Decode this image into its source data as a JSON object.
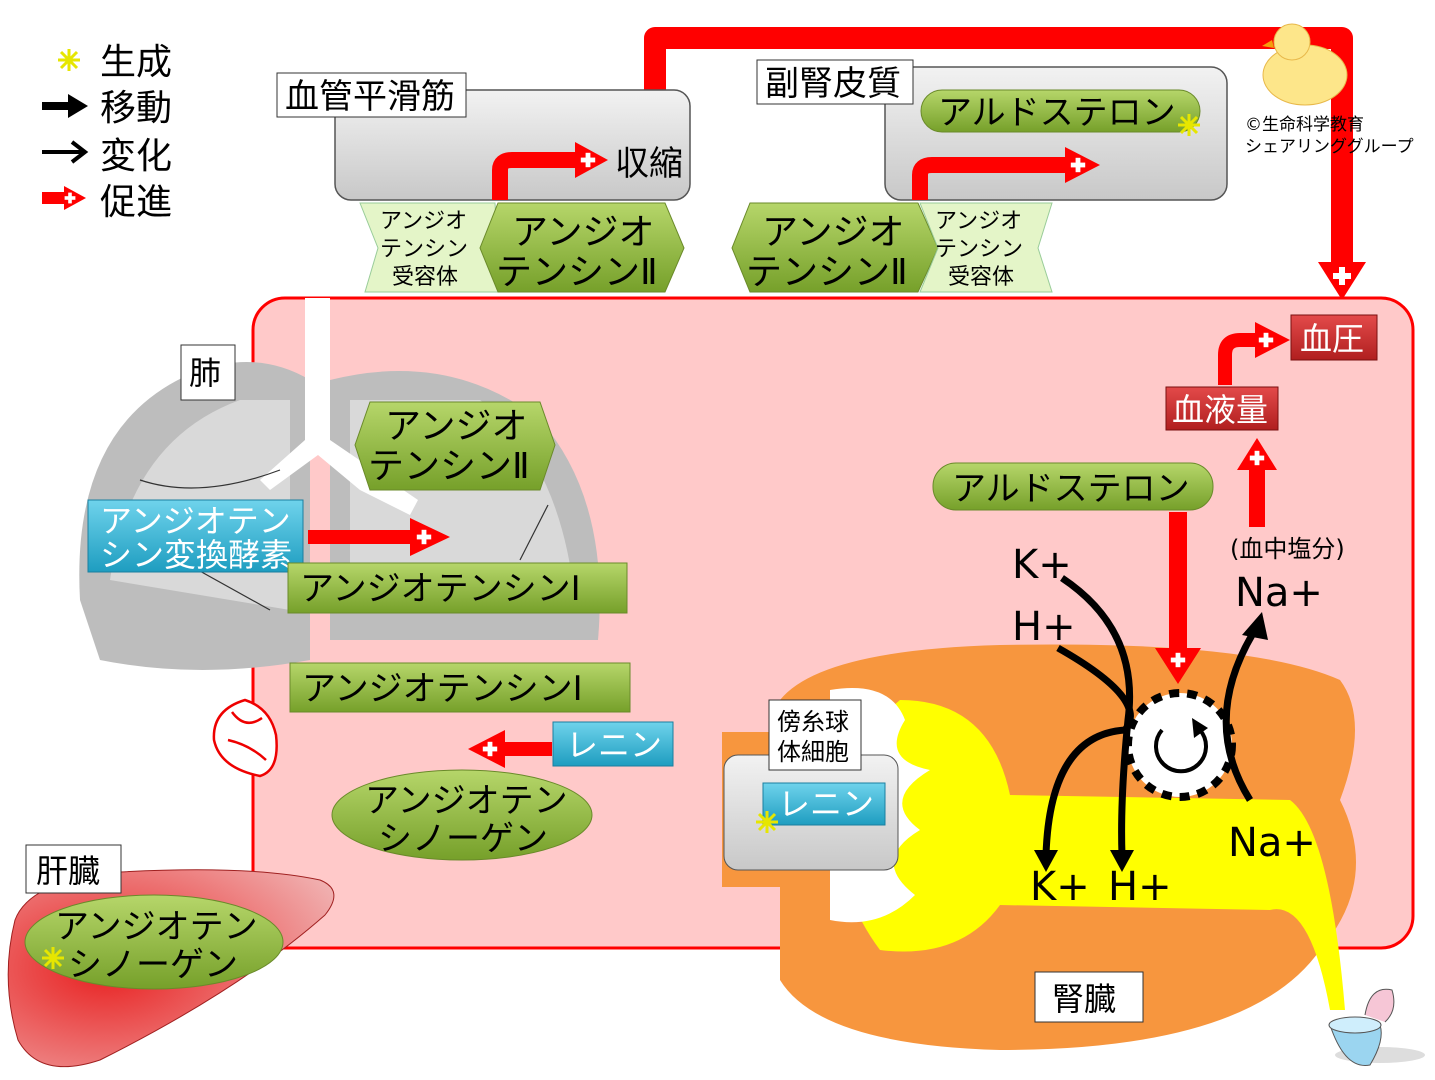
{
  "legend": {
    "items": [
      {
        "icon": "yellow-asterisk-icon",
        "label": "生成"
      },
      {
        "icon": "black-thick-arrow-icon",
        "label": "移動"
      },
      {
        "icon": "black-thin-arrow-icon",
        "label": "変化"
      },
      {
        "icon": "red-plus-arrow-icon",
        "label": "促進"
      }
    ]
  },
  "smooth_muscle": {
    "label": "血管平滑筋",
    "effect": "収縮",
    "receptor": [
      "アンジオ",
      "テンシン",
      "受容体"
    ],
    "ang2": [
      "アンジオ",
      "テンシンⅡ"
    ]
  },
  "adrenal": {
    "label": "副腎皮質",
    "hormone": "アルドステロン",
    "receptor": [
      "アンジオ",
      "テンシン",
      "受容体"
    ],
    "ang2": [
      "アンジオ",
      "テンシンⅡ"
    ]
  },
  "credit": [
    "©生命科学教育",
    "シェアリンググループ"
  ],
  "lung": {
    "label": "肺",
    "ace": [
      "アンジオテン",
      "シン変換酵素"
    ],
    "ang2": [
      "アンジオ",
      "テンシンⅡ"
    ],
    "ang1": "アンジオテンシンⅠ"
  },
  "blood": {
    "ang1": "アンジオテンシンⅠ",
    "renin": "レニン",
    "angiotensinogen": [
      "アンジオテン",
      "シノーゲン"
    ]
  },
  "liver": {
    "label": "肝臓",
    "angiotensinogen": [
      "アンジオテン",
      "シノーゲン"
    ]
  },
  "kidney": {
    "label": "腎臓",
    "jg_label": [
      "傍糸球",
      "体細胞"
    ],
    "renin": "レニン",
    "aldosterone": "アルドステロン",
    "ions": {
      "k_top": "K+",
      "h_top": "H+",
      "na_top": "Na+",
      "salt": "(血中塩分)",
      "k_bottom": "K+",
      "h_bottom": "H+",
      "na_bottom": "Na+"
    }
  },
  "blood_volume": "血液量",
  "blood_pressure": "血圧",
  "colors": {
    "red": "#ff0000",
    "pink": "#ffc9c9",
    "green": "#8db23a",
    "blue": "#31b5d6",
    "orange": "#f7963e",
    "yellow": "#ffff00"
  }
}
